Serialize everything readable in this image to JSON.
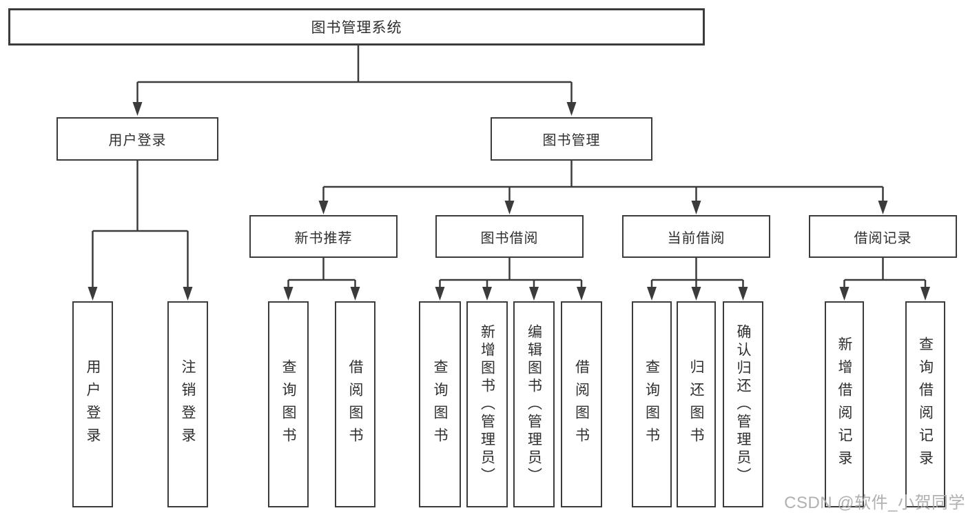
{
  "diagram": {
    "title": "图书管理系统",
    "root": {
      "label": "图书管理系统"
    },
    "level2": {
      "user_login": {
        "label": "用户登录"
      },
      "book_management": {
        "label": "图书管理"
      }
    },
    "level3": {
      "new_book_recommend": {
        "label": "新书推荐"
      },
      "book_borrowing": {
        "label": "图书借阅"
      },
      "current_borrowing": {
        "label": "当前借阅"
      },
      "borrowing_records": {
        "label": "借阅记录"
      }
    },
    "leaves": {
      "user_login": [
        "用户登录",
        "注销登录"
      ],
      "new_book_recommend": [
        "查询图书",
        "借阅图书"
      ],
      "book_borrowing": [
        "查询图书",
        "新增图书（管理员）",
        "编辑图书（管理员）",
        "借阅图书"
      ],
      "current_borrowing": [
        "查询图书",
        "归还图书",
        "确认归还（管理员）"
      ],
      "borrowing_records": [
        "新增借阅记录",
        "查询借阅记录"
      ]
    }
  },
  "watermark": {
    "text": "CSDN @软件_小贺同学"
  },
  "colors": {
    "line": "#3b3b3b",
    "text": "#2f2f2f",
    "background": "#ffffff",
    "watermark": "#acacac"
  }
}
